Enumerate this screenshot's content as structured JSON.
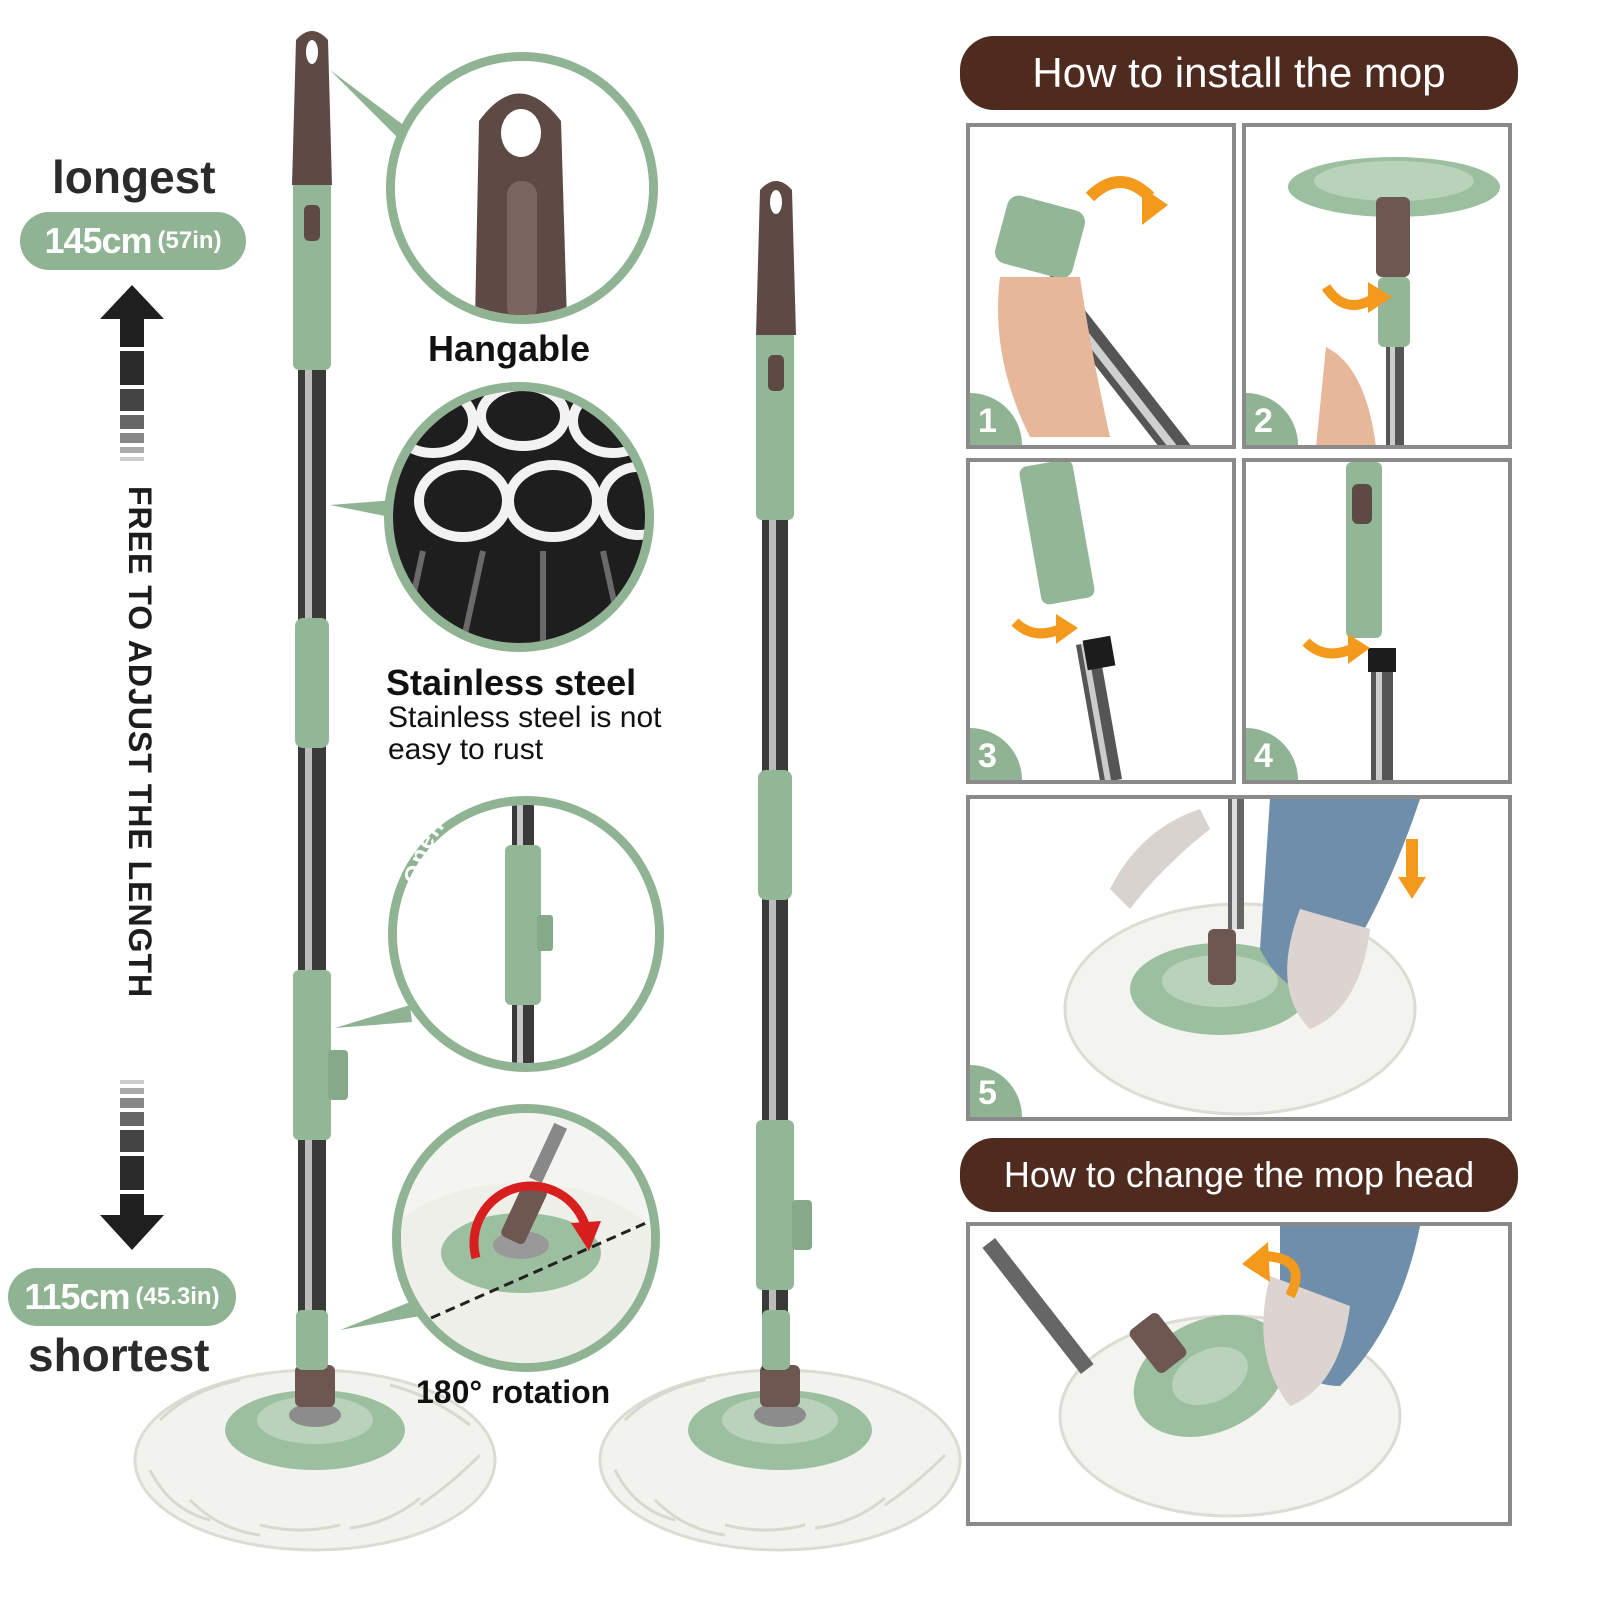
{
  "length": {
    "longest_label": "longest",
    "longest_cm": "145cm",
    "longest_in": "(57in)",
    "shortest_label": "shortest",
    "shortest_cm": "115cm",
    "shortest_in": "(45.3in)",
    "adjust_text": "FREE TO ADJUST THE LENGTH"
  },
  "features": {
    "hangable": "Hangable",
    "steel_title": "Stainless  steel",
    "steel_sub": "Stainless  steel is not easy to rust",
    "buckle": "Open the locking buckle",
    "rotation": "180° rotation"
  },
  "install": {
    "title": "How to install the mop",
    "steps": [
      "1",
      "2",
      "3",
      "4",
      "5"
    ],
    "change_title": "How to change the mop head"
  },
  "colors": {
    "sage": "#8fb393",
    "brown": "#4e2a1f",
    "handle": "#5e4a44",
    "orange": "#f39a1d",
    "red": "#d71f1f"
  }
}
